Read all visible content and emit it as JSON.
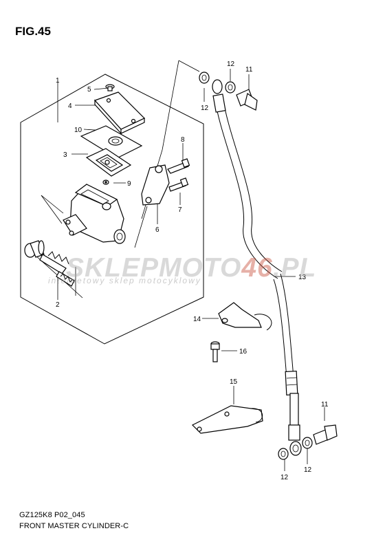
{
  "figure": {
    "title": "FIG.45"
  },
  "watermark": {
    "brand_main": "SKLEPMOTO",
    "brand_highlight": "46",
    "brand_tail": ".PL",
    "tagline": "internetowy sklep motocyklowy"
  },
  "footer": {
    "code": "GZ125K8 P02_045",
    "caption": "FRONT MASTER CYLINDER-C"
  },
  "callouts": {
    "c1": "1",
    "c2": "2",
    "c3": "3",
    "c4": "4",
    "c5": "5",
    "c6": "6",
    "c7": "7",
    "c8": "8",
    "c9": "9",
    "c10": "10",
    "c11a": "11",
    "c11b": "11",
    "c12a": "12",
    "c12b": "12",
    "c12c": "12",
    "c12d": "12",
    "c13": "13",
    "c14": "14",
    "c15": "15",
    "c16": "16"
  }
}
